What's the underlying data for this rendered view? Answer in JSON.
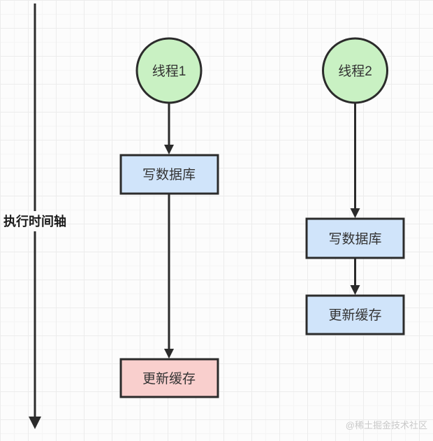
{
  "diagram": {
    "timeline_label": "执行时间轴",
    "watermark": "@稀土掘金技术社区",
    "threads": [
      {
        "name": "线程1",
        "node_fill": "#c9f1c3",
        "steps": [
          {
            "label": "写数据库",
            "fill": "#d0e4fa"
          },
          {
            "label": "更新缓存",
            "fill": "#f9cfcd"
          }
        ]
      },
      {
        "name": "线程2",
        "node_fill": "#c9f1c3",
        "steps": [
          {
            "label": "写数据库",
            "fill": "#d0e4fa"
          },
          {
            "label": "更新缓存",
            "fill": "#d0e4fa"
          }
        ]
      }
    ],
    "colors": {
      "stroke": "#2b2b2b",
      "text": "#333333",
      "thread_fill": "#c9f1c3",
      "step_fill_blue": "#d0e4fa",
      "step_fill_pink": "#f9cfcd",
      "watermark": "#c9c9c9",
      "background": "#fcfcfc",
      "grid_minor": "#f5f5f5",
      "grid_major": "#ececec"
    }
  }
}
